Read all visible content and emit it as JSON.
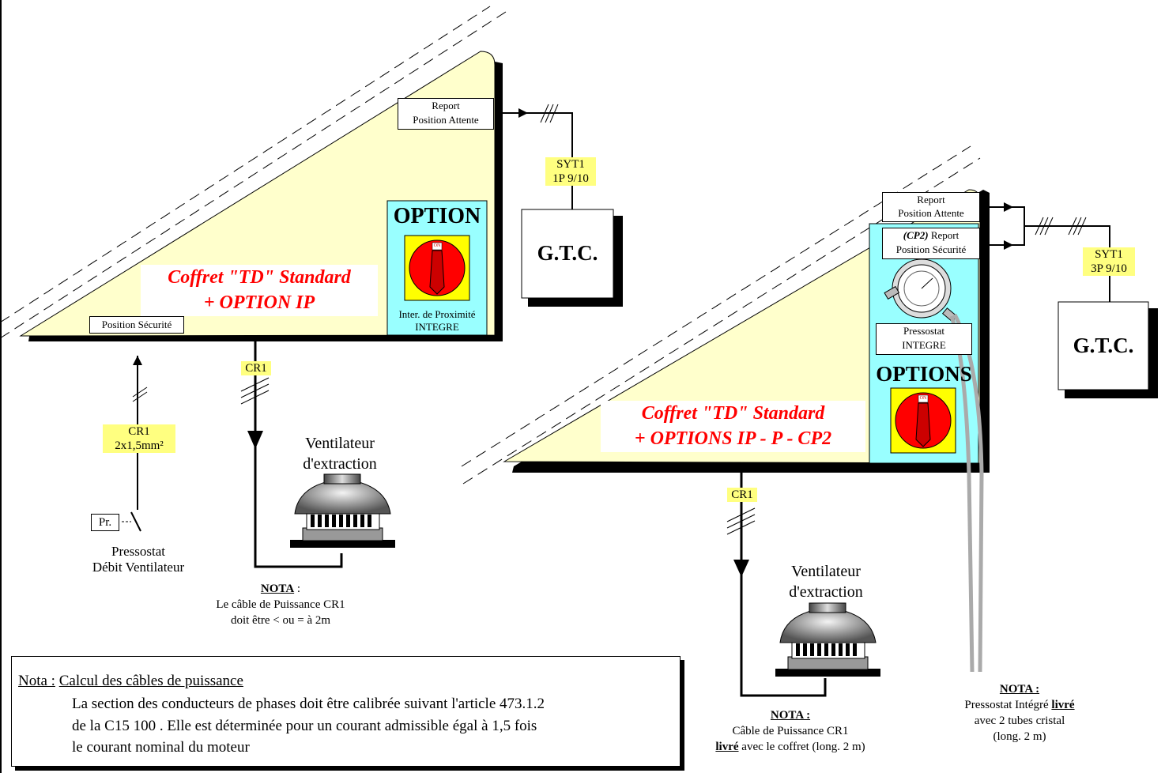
{
  "left": {
    "title_line1": "Coffret \"TD\" Standard",
    "title_line2": "+ OPTION IP",
    "report_line1": "Report",
    "report_line2": "Position Attente",
    "position_securite": "Position Sécurité",
    "option_title": "OPTION",
    "inter_line1": "Inter. de Proximité",
    "inter_line2": "INTEGRE",
    "syt_line1": "SYT1",
    "syt_line2": "1P 9/10",
    "gtc": "G.T.C.",
    "cr1_power": "CR1",
    "cr1_ctrl_line1": "CR1",
    "cr1_ctrl_line2": "2x1,5mm²",
    "pr": "Pr.",
    "pressostat_line1": "Pressostat",
    "pressostat_line2": "Débit Ventilateur",
    "fan_line1": "Ventilateur",
    "fan_line2": "d'extraction",
    "nota_title": "NOTA",
    "nota_colon": " :",
    "nota_line1": "Le câble de Puissance CR1",
    "nota_line2": "doit être < ou = à 2m",
    "switch_on": "ON"
  },
  "right": {
    "title_line1": "Coffret \"TD\" Standard",
    "title_line2": "+ OPTIONS IP - P - CP2",
    "report_line1": "Report",
    "report_line2": "Position Attente",
    "cp2": "(CP2)",
    "report_secu_line1": "Report",
    "report_secu_line2": "Position Sécurité",
    "pressostat_line1": "Pressostat",
    "pressostat_line2": "INTEGRE",
    "options_title": "OPTIONS",
    "syt_line1": "SYT1",
    "syt_line2": "3P 9/10",
    "gtc": "G.T.C.",
    "cr1_power": "CR1",
    "fan_line1": "Ventilateur",
    "fan_line2": "d'extraction",
    "nota_cable_title": "NOTA :",
    "nota_cable_line1": "Câble de Puissance CR1",
    "nota_cable_livre": "livré",
    "nota_cable_line2_rest": " avec le coffret (long. 2 m)",
    "nota_press_title": "NOTA :",
    "nota_press_line1_a": "Pressostat Intégré ",
    "nota_press_livre": "livré",
    "nota_press_line2": "avec 2 tubes cristal",
    "nota_press_line3": "(long. 2 m)",
    "switch_on": "ON"
  },
  "footer": {
    "label": "Nota :",
    "heading": "Calcul des câbles de puissance",
    "line1": "La section des conducteurs de phases doit être calibrée suivant l'article 473.1.2",
    "line2": "de la C15 100 . Elle est déterminée pour un courant admissible égal à 1,5 fois",
    "line3": "le courant nominal du moteur"
  },
  "colors": {
    "panel_fill": "#ffffcc",
    "option_fill": "#99ffff",
    "switch_yellow": "#ffff00",
    "switch_red": "#ff0000",
    "title_red": "#ff0000",
    "highlight": "#ffff80"
  }
}
